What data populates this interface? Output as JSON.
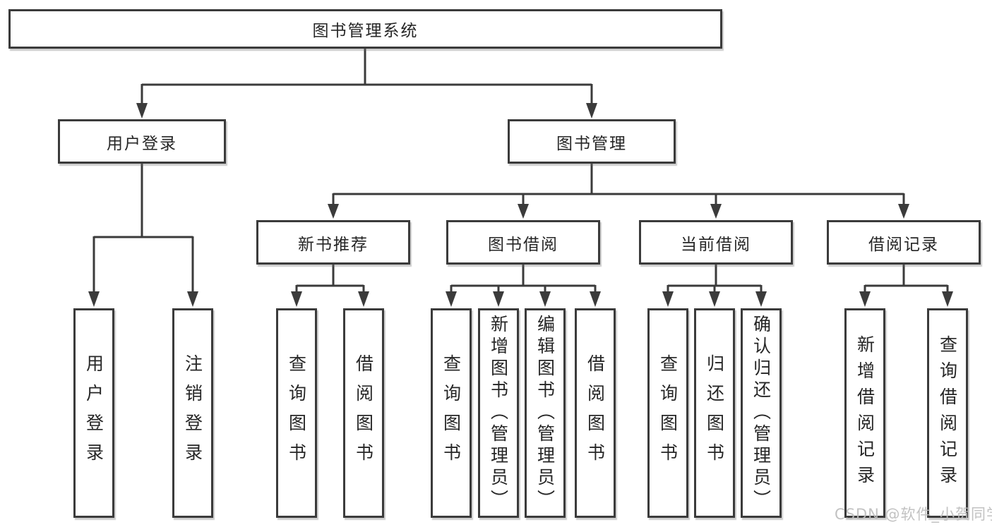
{
  "diagram": {
    "root": {
      "label": "图书管理系统"
    },
    "level2": [
      {
        "label": "用户登录"
      },
      {
        "label": "图书管理"
      }
    ],
    "level3": [
      {
        "label": "新书推荐",
        "parent": "图书管理"
      },
      {
        "label": "图书借阅",
        "parent": "图书管理"
      },
      {
        "label": "当前借阅",
        "parent": "图书管理"
      },
      {
        "label": "借阅记录",
        "parent": "图书管理"
      }
    ],
    "leaves": [
      {
        "label": "用户登录",
        "parent": "用户登录"
      },
      {
        "label": "注销登录",
        "parent": "用户登录"
      },
      {
        "label": "查询图书",
        "parent": "新书推荐"
      },
      {
        "label": "借阅图书",
        "parent": "新书推荐"
      },
      {
        "label": "查询图书",
        "parent": "图书借阅"
      },
      {
        "label": "新增图书（管理员）",
        "parent": "图书借阅"
      },
      {
        "label": "编辑图书（管理员）",
        "parent": "图书借阅"
      },
      {
        "label": "借阅图书",
        "parent": "图书借阅"
      },
      {
        "label": "查询图书",
        "parent": "当前借阅"
      },
      {
        "label": "归还图书",
        "parent": "当前借阅"
      },
      {
        "label": "确认归还（管理员）",
        "parent": "当前借阅"
      },
      {
        "label": "新增借阅记录",
        "parent": "借阅记录"
      },
      {
        "label": "查询借阅记录",
        "parent": "借阅记录"
      }
    ],
    "watermark": {
      "text": "CSDN @软件_小贺同学"
    },
    "colors": {
      "border": "#3b3b3b",
      "line": "#3b3b3b",
      "text": "#262626",
      "watermark": "#bdbdbd",
      "background": "#ffffff"
    }
  }
}
